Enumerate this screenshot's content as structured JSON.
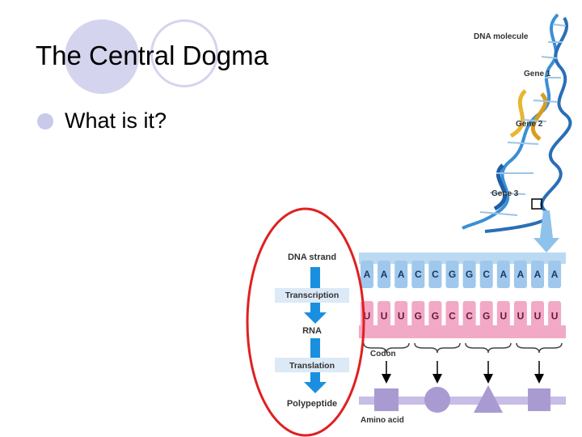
{
  "slide": {
    "title": "The Central Dogma",
    "bullet": "What is it?"
  },
  "figure": {
    "dna_molecule": "DNA molecule",
    "gene1": "Gene 1",
    "gene2": "Gene 2",
    "gene3": "Gene 3",
    "dna_strand": "DNA strand",
    "transcription": "Transcription",
    "rna": "RNA",
    "translation": "Translation",
    "polypeptide": "Polypeptide",
    "codon": "Codon",
    "amino_acid": "Amino acid",
    "dna_bases": [
      "A",
      "A",
      "A",
      "C",
      "C",
      "G",
      "G",
      "C",
      "A",
      "A",
      "A",
      "A"
    ],
    "rna_bases": [
      "U",
      "U",
      "U",
      "G",
      "G",
      "C",
      "C",
      "G",
      "U",
      "U",
      "U",
      "U"
    ],
    "colors": {
      "ellipse": "#e02020",
      "dna_blue": "#9fc8ec",
      "rna_pink": "#f2a9c6",
      "arrow_blue": "#1a8fe0",
      "amino_acid": "#a99bd2",
      "gene_gold": "#e8b730"
    }
  }
}
